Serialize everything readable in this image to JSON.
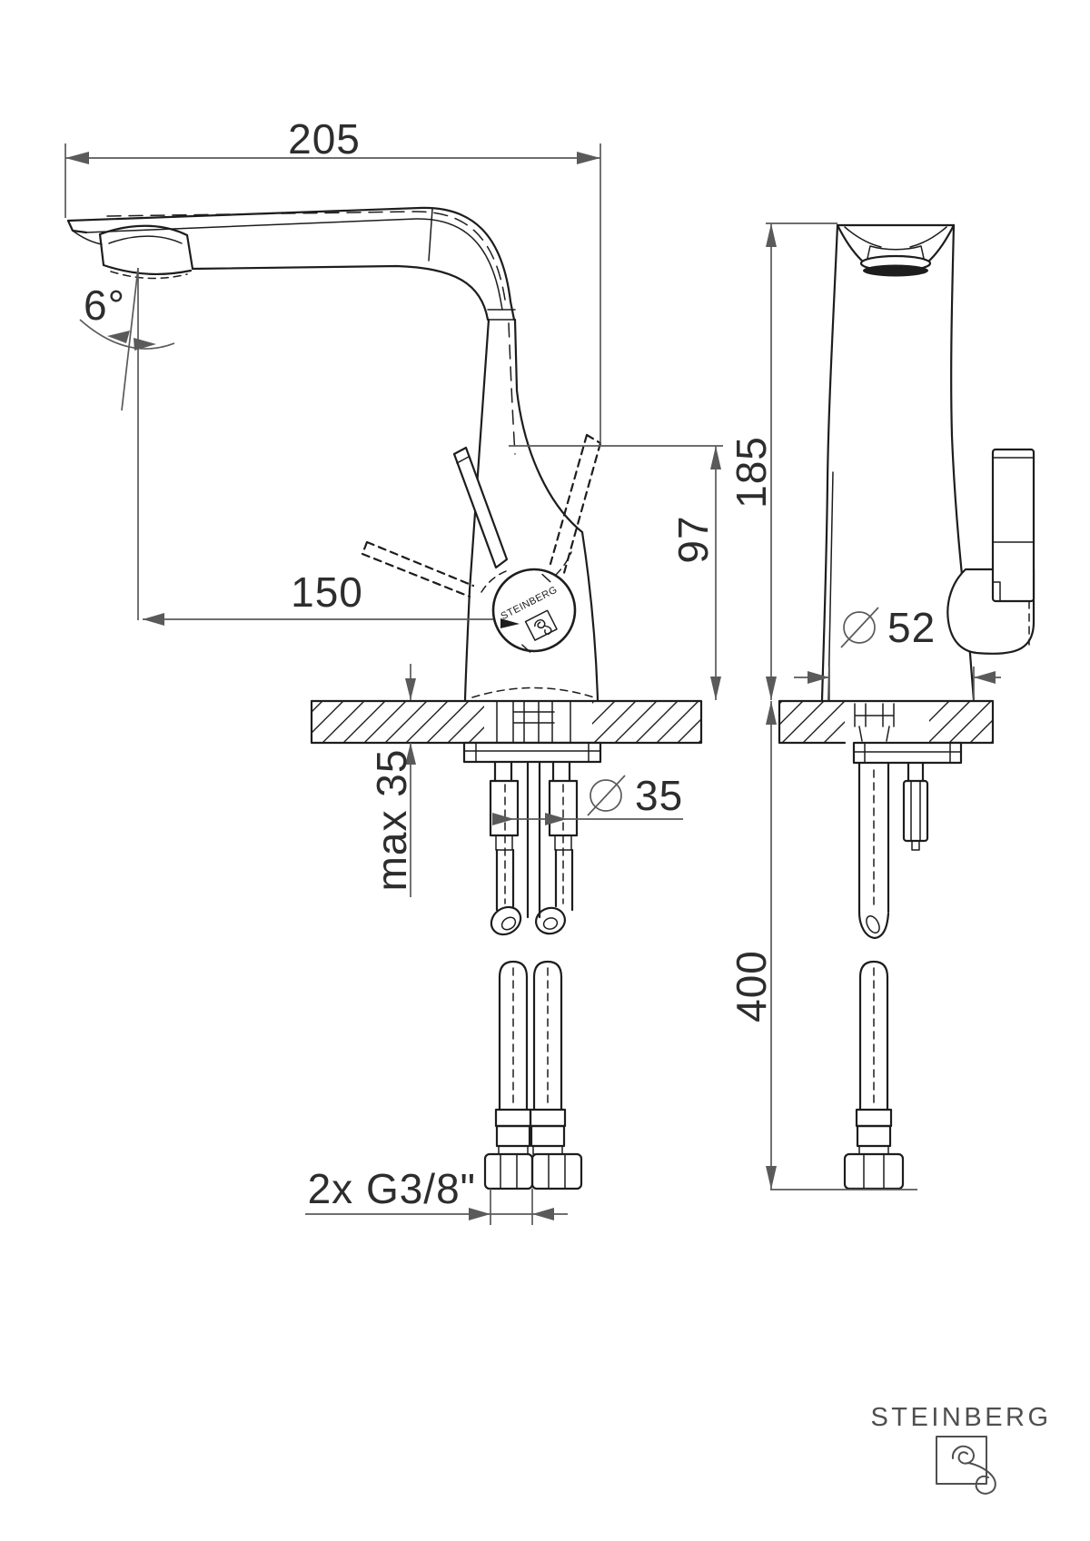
{
  "dimensions": {
    "spout_reach": "205",
    "spout_angle": "6°",
    "outlet_to_center": "150",
    "spout_height": "185",
    "handle_height": "97",
    "deck_thickness": "max 35",
    "hole_diameter": "35",
    "base_diameter": "52",
    "hose_length": "400",
    "supply_connection": "2x G3/8\""
  },
  "branding": {
    "badge": "STEINBERG",
    "logo_wordmark": "STEINBERG"
  },
  "colors": {
    "object_line": "#1d1d1d",
    "dimension_line": "#5a5a5a",
    "dimension_text": "#2d2d2d",
    "logo": "#4f4f4f",
    "background": "#ffffff"
  }
}
